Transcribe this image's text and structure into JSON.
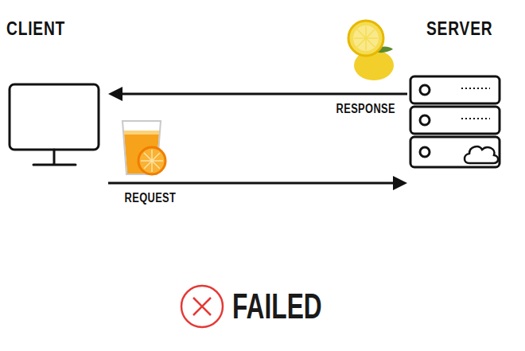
{
  "diagram": {
    "nodes": [
      {
        "text": [
          "CLIENT"
        ]
      },
      {
        "text": [
          "SERVER"
        ]
      }
    ],
    "edges": [
      {
        "from": 0,
        "to": 1,
        "arrow": "to",
        "label": "REQUEST"
      },
      {
        "from": 1,
        "to": 0,
        "arrow": "to",
        "label": "RESPONSE"
      }
    ],
    "labels": [
      "FAILED"
    ]
  }
}
